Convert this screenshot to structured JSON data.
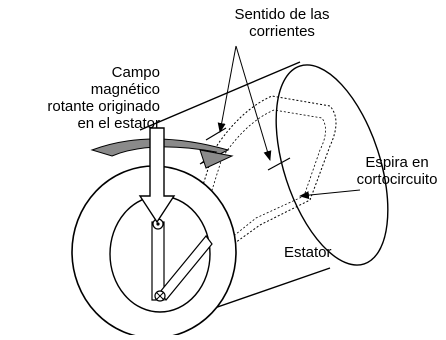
{
  "labels": {
    "currents_direction": [
      "Sentido de las",
      "corrientes"
    ],
    "rotating_field": [
      "Campo",
      "magnético",
      "rotante originado",
      "en el estator"
    ],
    "short_circuit_loop": [
      "Espira en",
      "cortocircuito"
    ],
    "stator": "Estator"
  },
  "colors": {
    "stroke": "#000000",
    "arrow_fill": "#ffffff",
    "swirl_fill": "#8a8a8a",
    "background": "#ffffff"
  },
  "icons": {
    "current_out": "dot-in-circle",
    "current_in": "cross-in-circle"
  }
}
